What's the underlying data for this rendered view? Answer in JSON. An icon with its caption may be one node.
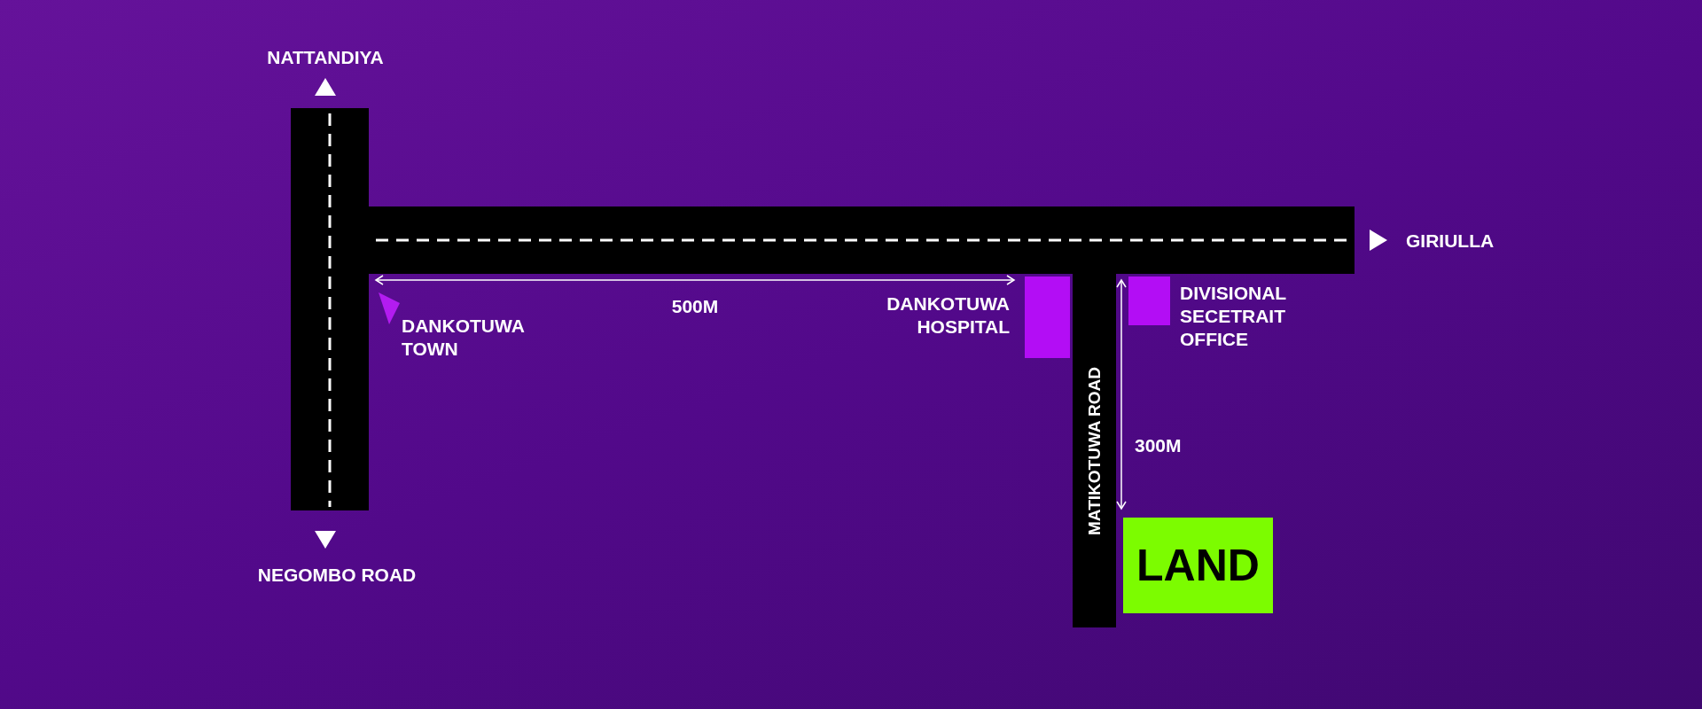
{
  "diagram": {
    "nodes": [
      {
        "text": [
          "MATIKOTUWA ROAD"
        ]
      },
      {
        "text": [],
        "shape": "box",
        "beside": [
          "DANKOTUWA HOSPITAL"
        ]
      },
      {
        "text": [],
        "shape": "box",
        "beside": [
          "DIVISIONAL SECETRAIT OFFICE"
        ]
      },
      {
        "text": [
          "LAND"
        ]
      }
    ],
    "labels": [
      "NATTANDIYA",
      "GIRIULLA",
      "DANKOTUWA TOWN",
      "500M",
      "300M",
      "NEGOMBO ROAD"
    ]
  }
}
